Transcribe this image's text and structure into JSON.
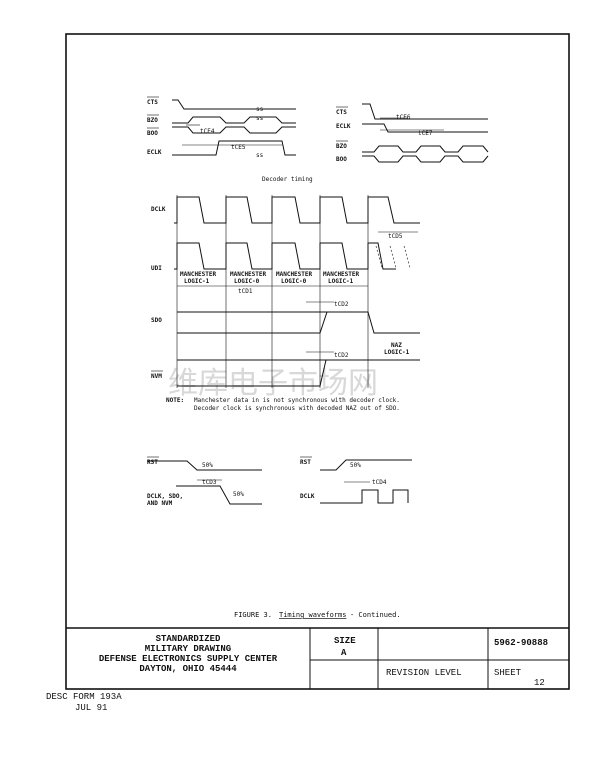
{
  "watermark": "维库电子市场网",
  "top_left": {
    "signals": [
      "CTS",
      "BZO",
      "BOO",
      "ECLK"
    ],
    "timing": [
      "tCE4",
      "tCE5"
    ]
  },
  "top_right": {
    "signals": [
      "CTS",
      "ECLK",
      "BZO",
      "BOO"
    ],
    "timing": [
      "tCE6",
      "tCE7"
    ]
  },
  "decoder": {
    "caption": "Decoder timing",
    "signals": [
      "DCLK",
      "UDI",
      "SDO",
      "NVM"
    ],
    "bits": [
      {
        "l1": "MANCHESTER",
        "l2": "LOGIC-1"
      },
      {
        "l1": "MANCHESTER",
        "l2": "LOGIC-0"
      },
      {
        "l1": "MANCHESTER",
        "l2": "LOGIC-0"
      },
      {
        "l1": "MANCHESTER",
        "l2": "LOGIC-1"
      }
    ],
    "timing": {
      "cd1": "tCD1",
      "cd2a": "tCD2",
      "cd2b": "tCD2",
      "cd5": "tCD5"
    },
    "naz": {
      "l1": "NAZ",
      "l2": "LOGIC-1"
    },
    "note_label": "NOTE:",
    "note_1": "Manchester data in is not synchronous with decoder clock.",
    "note_2": "Decoder clock is synchronous with decoded NAZ out of SDO."
  },
  "reset_left": {
    "rst": "RST",
    "pct1": "50%",
    "timing": "tCD3",
    "pct2": "50%",
    "out1": "DCLK, SDO,",
    "out2": "AND NVM"
  },
  "reset_right": {
    "rst": "RST",
    "pct1": "50%",
    "timing": "tCD4",
    "out": "DCLK"
  },
  "figure_caption": {
    "prefix": "FIGURE 3.",
    "title": "Timing waveforms",
    "suffix": "- Continued."
  },
  "title_block": {
    "org_1": "STANDARDIZED",
    "org_2": "MILITARY DRAWING",
    "org_3": "DEFENSE ELECTRONICS SUPPLY CENTER",
    "org_4": "DAYTON, OHIO  45444",
    "size_label": "SIZE",
    "size_value": "A",
    "drawing_number": "5962-90888",
    "revision_label": "REVISION LEVEL",
    "sheet_label": "SHEET",
    "sheet_value": "12"
  },
  "footer": {
    "form": "DESC FORM 193A",
    "date": "JUL 91"
  }
}
